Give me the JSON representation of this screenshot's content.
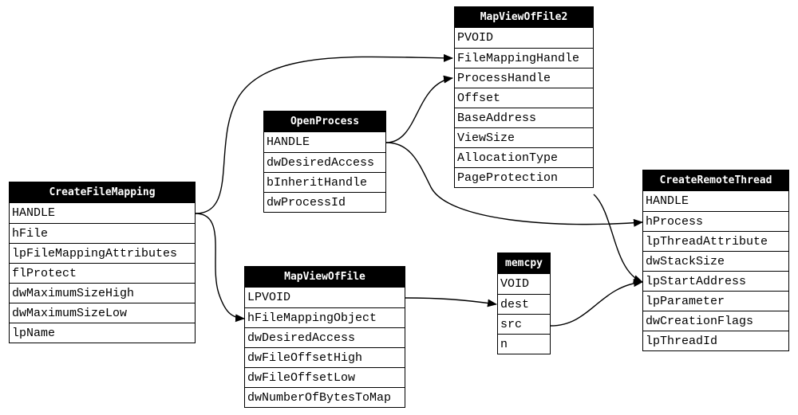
{
  "nodes": {
    "createfilemapping": {
      "title": "CreateFileMapping",
      "fields": [
        "HANDLE",
        "hFile",
        "lpFileMappingAttributes",
        "flProtect",
        "dwMaximumSizeHigh",
        "dwMaximumSizeLow",
        "lpName"
      ]
    },
    "openprocess": {
      "title": "OpenProcess",
      "fields": [
        "HANDLE",
        "dwDesiredAccess",
        "bInheritHandle",
        "dwProcessId"
      ]
    },
    "mapviewoffile2": {
      "title": "MapViewOfFile2",
      "fields": [
        "PVOID",
        "FileMappingHandle",
        "ProcessHandle",
        "Offset",
        "BaseAddress",
        "ViewSize",
        "AllocationType",
        "PageProtection"
      ]
    },
    "mapviewoffile": {
      "title": "MapViewOfFile",
      "fields": [
        "LPVOID",
        "hFileMappingObject",
        "dwDesiredAccess",
        "dwFileOffsetHigh",
        "dwFileOffsetLow",
        "dwNumberOfBytesToMap"
      ]
    },
    "memcpy": {
      "title": "memcpy",
      "fields": [
        "VOID",
        "dest",
        "src",
        "n"
      ]
    },
    "createremotethread": {
      "title": "CreateRemoteThread",
      "fields": [
        "HANDLE",
        "hProcess",
        "lpThreadAttribute",
        "dwStackSize",
        "lpStartAddress",
        "lpParameter",
        "dwCreationFlags",
        "lpThreadId"
      ]
    }
  },
  "edges": [
    {
      "from": "CreateFileMapping.HANDLE",
      "to": "MapViewOfFile2.FileMappingHandle"
    },
    {
      "from": "CreateFileMapping.HANDLE",
      "to": "MapViewOfFile.hFileMappingObject"
    },
    {
      "from": "OpenProcess.HANDLE",
      "to": "MapViewOfFile2.ProcessHandle"
    },
    {
      "from": "OpenProcess.HANDLE",
      "to": "CreateRemoteThread.hProcess"
    },
    {
      "from": "MapViewOfFile.LPVOID",
      "to": "memcpy.dest"
    },
    {
      "from": "memcpy.src",
      "to": "CreateRemoteThread.lpStartAddress"
    },
    {
      "from": "MapViewOfFile2.PageProtection",
      "to": "CreateRemoteThread.lpStartAddress"
    }
  ]
}
